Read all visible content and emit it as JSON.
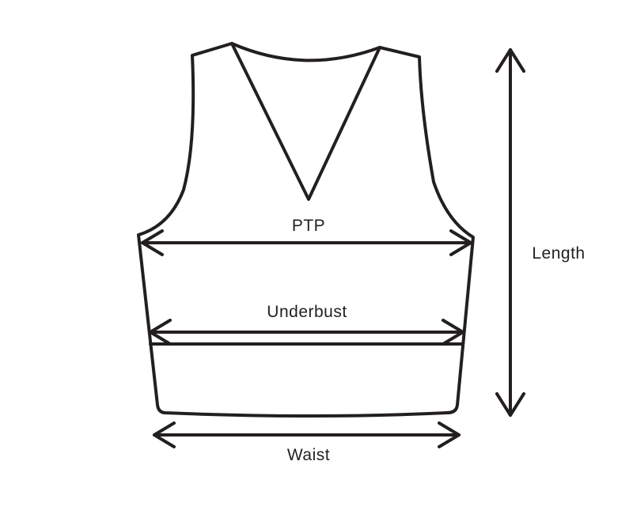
{
  "labels": {
    "ptp": "PTP",
    "underbust": "Underbust",
    "waist": "Waist",
    "length": "Length"
  },
  "colors": {
    "stroke": "#231f20",
    "background": "#ffffff"
  }
}
